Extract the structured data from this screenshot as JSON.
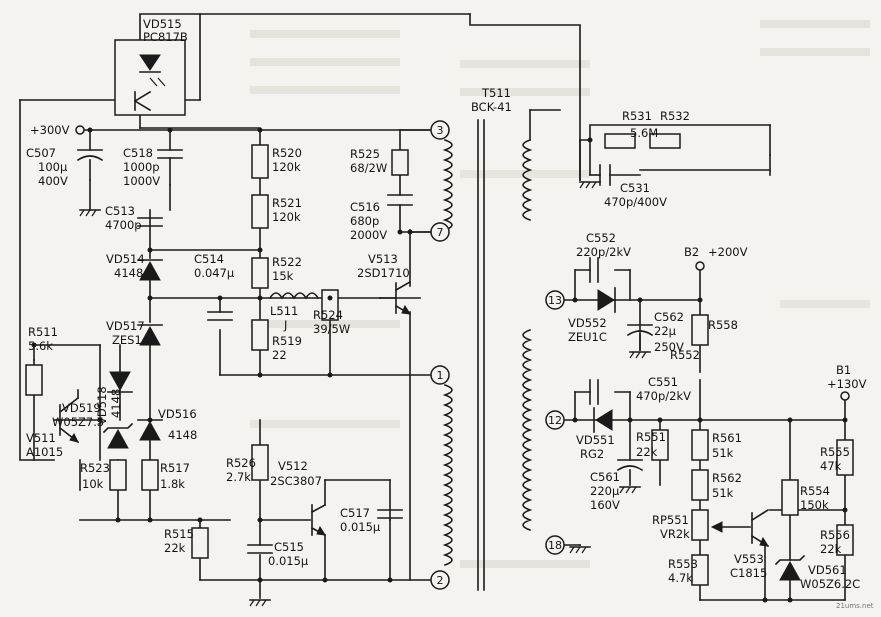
{
  "labels": {
    "vd515": "VD515",
    "pc817b": "PC817B",
    "v300": "+300V",
    "c507": "C507",
    "c507_val1": "100μ",
    "c507_val2": "400V",
    "c518": "C518",
    "c518_val1": "1000p",
    "c518_val2": "1000V",
    "c513": "C513",
    "c513_val": "4700p",
    "r520": "R520",
    "r520_val": "120k",
    "r521": "R521",
    "r521_val": "120k",
    "vd514": "VD514",
    "vd514_val": "4148",
    "c514": "C514",
    "c514_val": "0.047μ",
    "r522": "R522",
    "r522_val": "15k",
    "r511": "R511",
    "r511_val": "5.6k",
    "vd517": "VD517",
    "vd517_val": "ZES1",
    "l511": "L511",
    "l511_val": "J",
    "r519": "R519",
    "r519_val": "22",
    "r524": "R524",
    "r524_val": "39/5W",
    "vd519": "VD519",
    "vd519_val": "W05Z7.5",
    "vd518": "VD518",
    "vd518_val": "4148",
    "vd516": "VD516",
    "vd516_val": "4148",
    "v511": "V511",
    "v511_val": "A1015",
    "r523": "R523",
    "r523_val": "10k",
    "r517": "R517",
    "r517_val": "1.8k",
    "r526": "R526",
    "r526_val": "2.7k",
    "v512": "V512",
    "v512_val": "2SC3807",
    "c517": "C517",
    "c517_val": "0.015μ",
    "r515": "R515",
    "r515_val": "22k",
    "c515": "C515",
    "c515_val": "0.015μ",
    "r525": "R525",
    "r525_val": "68/2W",
    "c516": "C516",
    "c516_val1": "680p",
    "c516_val2": "2000V",
    "v513": "V513",
    "v513_val": "2SD1710",
    "t511": "T511",
    "t511_val": "BCK-41",
    "r531": "R531",
    "r532": "R532",
    "r531_val": "5.6M",
    "c531": "C531",
    "c531_val": "470p/400V",
    "c552": "C552",
    "c552_val": "220p/2kV",
    "b2": "B2",
    "b2_val": "+200V",
    "vd552": "VD552",
    "vd552_val": "ZEU1C",
    "c562": "C562",
    "c562_val1": "22μ",
    "c562_val2": "250V",
    "r558": "R558",
    "r552": "R552",
    "c551": "C551",
    "c551_val": "470p/2kV",
    "b1": "B1",
    "b1_val": "+130V",
    "vd551": "VD551",
    "vd551_val": "RG2",
    "r551": "R551",
    "r551_val": "22k",
    "r561": "R561",
    "r561_val": "51k",
    "r562": "R562",
    "r562_val": "51k",
    "c561": "C561",
    "c561_val1": "220μ",
    "c561_val2": "160V",
    "rp551": "RP551",
    "rp551_val": "VR2k",
    "r555": "R555",
    "r555_val": "47k",
    "r554": "R554",
    "r554_val": "150k",
    "v553": "V553",
    "v553_val": "C1815",
    "r553": "R553",
    "r553_val": "4.7k",
    "r556": "R556",
    "r556_val": "22k",
    "vd561": "VD561",
    "vd561_val": "W05Z6.2C",
    "watermark": "21ums.net"
  },
  "pins": [
    "3",
    "7",
    "1",
    "2",
    "13",
    "12",
    "18"
  ]
}
